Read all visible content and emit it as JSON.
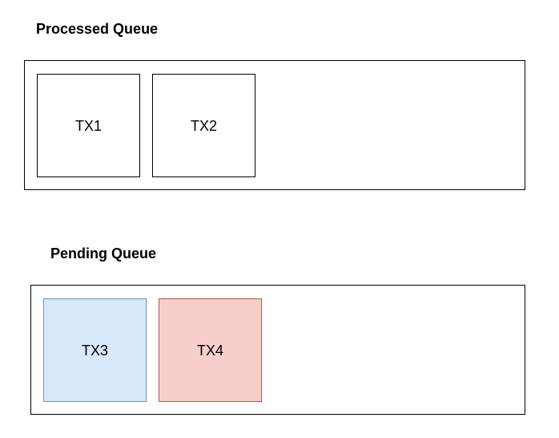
{
  "processed_queue": {
    "title": "Processed Queue",
    "items": [
      {
        "label": "TX1",
        "fill": "#ffffff",
        "stroke": "#000000"
      },
      {
        "label": "TX2",
        "fill": "#ffffff",
        "stroke": "#000000"
      }
    ]
  },
  "pending_queue": {
    "title": "Pending Queue",
    "items": [
      {
        "label": "TX3",
        "fill": "#dae8fc",
        "stroke": "#6c8ebf"
      },
      {
        "label": "TX4",
        "fill": "#f8cecc",
        "stroke": "#b85450"
      }
    ]
  }
}
